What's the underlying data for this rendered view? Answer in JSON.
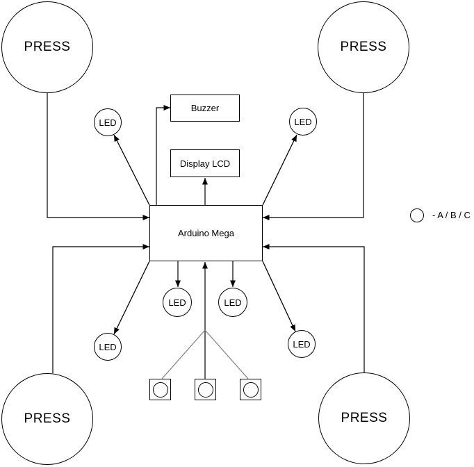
{
  "diagram": {
    "background_color": "#ffffff",
    "line_color": "#000000",
    "branch_line_color": "#808080",
    "nodes": {
      "press_top_left": {
        "label": "PRESS",
        "shape": "circle"
      },
      "press_top_right": {
        "label": "PRESS",
        "shape": "circle"
      },
      "press_bottom_left": {
        "label": "PRESS",
        "shape": "circle"
      },
      "press_bottom_right": {
        "label": "PRESS",
        "shape": "circle"
      },
      "buzzer": {
        "label": "Buzzer",
        "shape": "rectangle"
      },
      "display_lcd": {
        "label": "Display LCD",
        "shape": "rectangle"
      },
      "arduino_mega": {
        "label": "Arduino Mega",
        "shape": "rectangle"
      },
      "led_top_left": {
        "label": "LED",
        "shape": "circle"
      },
      "led_top_right": {
        "label": "LED",
        "shape": "circle"
      },
      "led_mid_left": {
        "label": "LED",
        "shape": "circle"
      },
      "led_mid_right": {
        "label": "LED",
        "shape": "circle"
      },
      "led_bottom_left": {
        "label": "LED",
        "shape": "circle"
      },
      "led_bottom_right": {
        "label": "LED",
        "shape": "circle"
      },
      "push_buttons": {
        "count": 3,
        "shape": "square-with-circle"
      }
    },
    "legend": {
      "label": "- A / B / C"
    }
  }
}
